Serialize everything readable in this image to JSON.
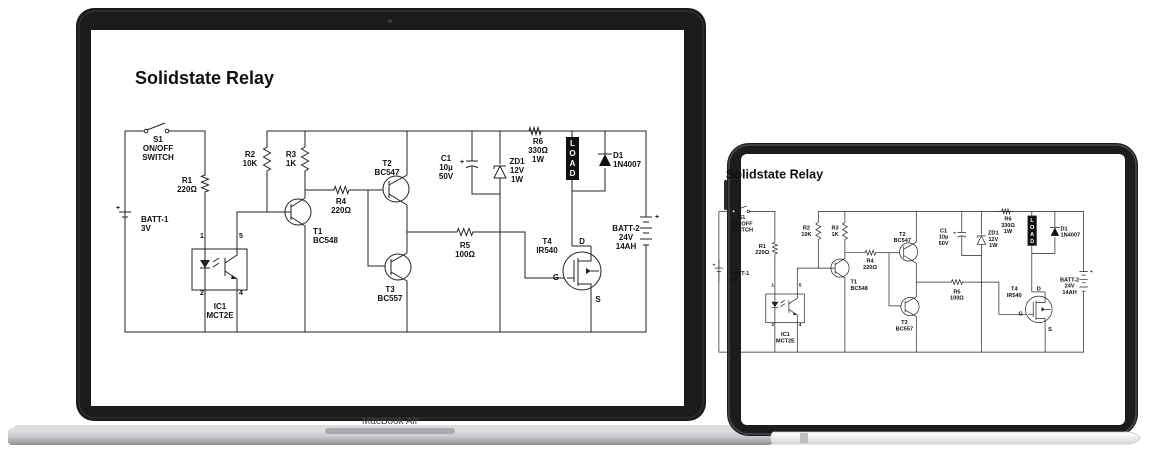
{
  "laptop": {
    "brand": "MacBook Air"
  },
  "schematic": {
    "title": "Solidstate Relay",
    "components": {
      "s1": [
        "S1",
        "ON/OFF",
        "SWITCH"
      ],
      "r1": [
        "R1",
        "220Ω"
      ],
      "batt1": [
        "BATT-1",
        "3V"
      ],
      "ic1_pin1": "1",
      "ic1_pin2": "2",
      "ic1_pin4": "4",
      "ic1_pin5": "5",
      "ic1": [
        "IC1",
        "MCT2E"
      ],
      "r2": [
        "R2",
        "10K"
      ],
      "r3": [
        "R3",
        "1K"
      ],
      "t1": [
        "T1",
        "BC548"
      ],
      "r4": [
        "R4",
        "220Ω"
      ],
      "t2": [
        "T2",
        "BC547"
      ],
      "t3": [
        "T3",
        "BC557"
      ],
      "c1": [
        "C1",
        "10µ",
        "50V"
      ],
      "zd1": [
        "ZD1",
        "12V",
        "1W"
      ],
      "r6": [
        "R6",
        "330Ω",
        "1W"
      ],
      "load": "LOAD",
      "d1": [
        "D1",
        "1N4007"
      ],
      "r5": [
        "R5",
        "100Ω"
      ],
      "t4": [
        "T4",
        "IR540"
      ],
      "t4_d": "D",
      "t4_g": "G",
      "t4_s": "S",
      "batt2": [
        "BATT-2",
        "24V",
        "14AH"
      ],
      "plus": "+"
    }
  }
}
